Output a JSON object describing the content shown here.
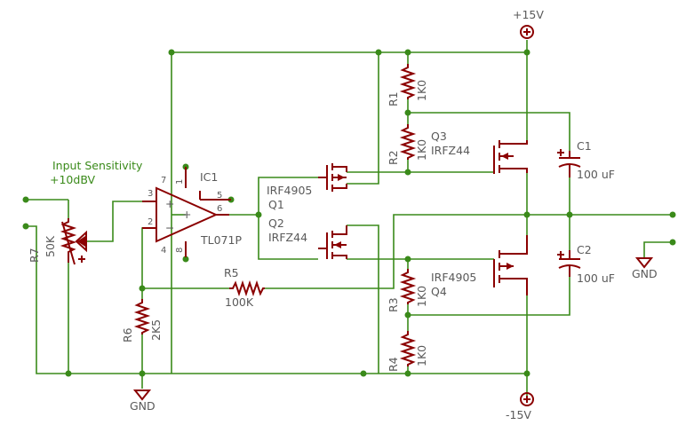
{
  "labels": {
    "supply_pos": "+15V",
    "supply_neg": "-15V",
    "gnd": "GND",
    "input_label_1": "Input Sensitivity",
    "input_label_2": "+10dBV"
  },
  "components": {
    "ic1": {
      "ref": "IC1",
      "value": "TL071P",
      "pins": [
        "7",
        "3",
        "2",
        "4",
        "8",
        "1",
        "5",
        "6"
      ]
    },
    "r1": {
      "ref": "R1",
      "value": "1K0"
    },
    "r2": {
      "ref": "R2",
      "value": "1K0"
    },
    "r3": {
      "ref": "R3",
      "value": "1K0"
    },
    "r4": {
      "ref": "R4",
      "value": "1K0"
    },
    "r5": {
      "ref": "R5",
      "value": "100K"
    },
    "r6": {
      "ref": "R6",
      "value": "2K5"
    },
    "r7": {
      "ref": "R7",
      "value": "50K"
    },
    "q1": {
      "ref": "Q1",
      "value": "IRF4905"
    },
    "q2": {
      "ref": "Q2",
      "value": "IRFZ44"
    },
    "q3": {
      "ref": "Q3",
      "value": "IRFZ44"
    },
    "q4": {
      "ref": "Q4",
      "value": "IRF4905"
    },
    "c1": {
      "ref": "C1",
      "value": "100 uF"
    },
    "c2": {
      "ref": "C2",
      "value": "100 uF"
    }
  },
  "colors": {
    "wire": "#3a8a1a",
    "part": "#8b0000",
    "text": "#5a5a5a"
  }
}
